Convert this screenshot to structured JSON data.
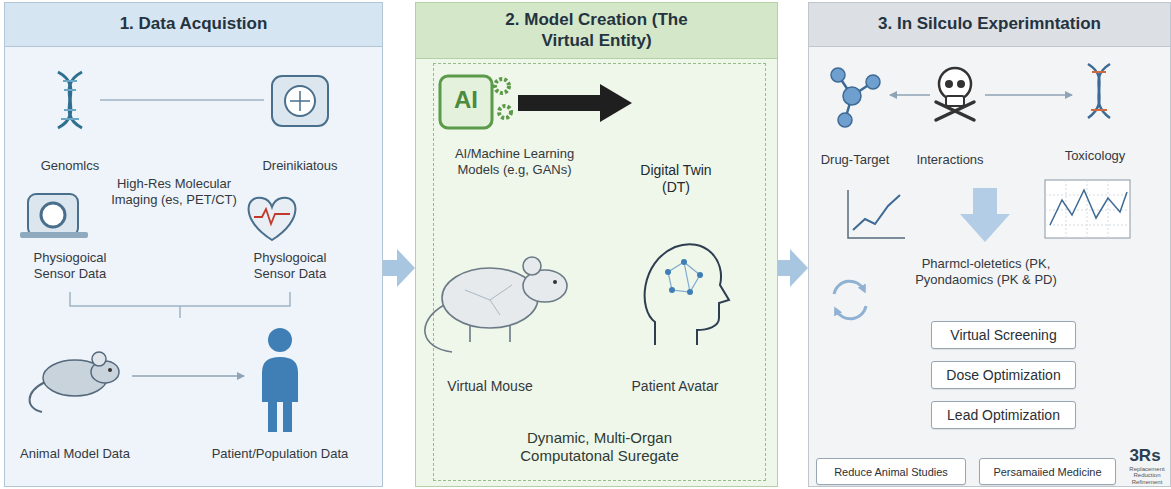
{
  "diagram": {
    "nodes": [
      {
        "text": [
          "1. Data Acquistion"
        ]
      },
      {
        "text": [
          "2. Model Creation (The Virtual Entity)"
        ]
      },
      {
        "text": [
          "Dynamic, Multi-Organ Computatonal Suregate"
        ],
        "in": 1
      },
      {
        "text": [
          "3. In Silculo Experimntation"
        ]
      },
      {
        "text": [
          "Virtual Screening"
        ],
        "in": 3
      },
      {
        "text": [
          "Dose Optimization"
        ],
        "in": 3
      },
      {
        "text": [
          "Lead Optimization"
        ],
        "in": 3
      },
      {
        "text": [
          "Reduce Animal Studies"
        ],
        "in": 3
      },
      {
        "text": [
          "Persamaiied Medicine"
        ],
        "in": 3
      }
    ],
    "edges": [
      {
        "from": 0,
        "to": 1,
        "arrow": "to"
      },
      {
        "from": 1,
        "to": 3,
        "arrow": "to"
      }
    ],
    "labels": [
      "Genomlcs",
      "Dreinikiatous",
      "High-Res Molecular Imaging (es, PET/CT)",
      "Physiogoical Sensor Data",
      "Physlogoical Sensor Data",
      "Animal Model Data",
      "Patient/Population Data",
      "AI",
      "AI/Machine Learning Models (e.g, GANs)",
      "Digital Twin (DT)",
      "Virtual Mouse",
      "Patient Avatar",
      "Drug-Target",
      "Interactions",
      "Toxicology",
      "Pharmcl-oletetics (PK, Pyondaomics (PK & PD)",
      "3Rs",
      "Replacement Reduction Refinement"
    ]
  }
}
